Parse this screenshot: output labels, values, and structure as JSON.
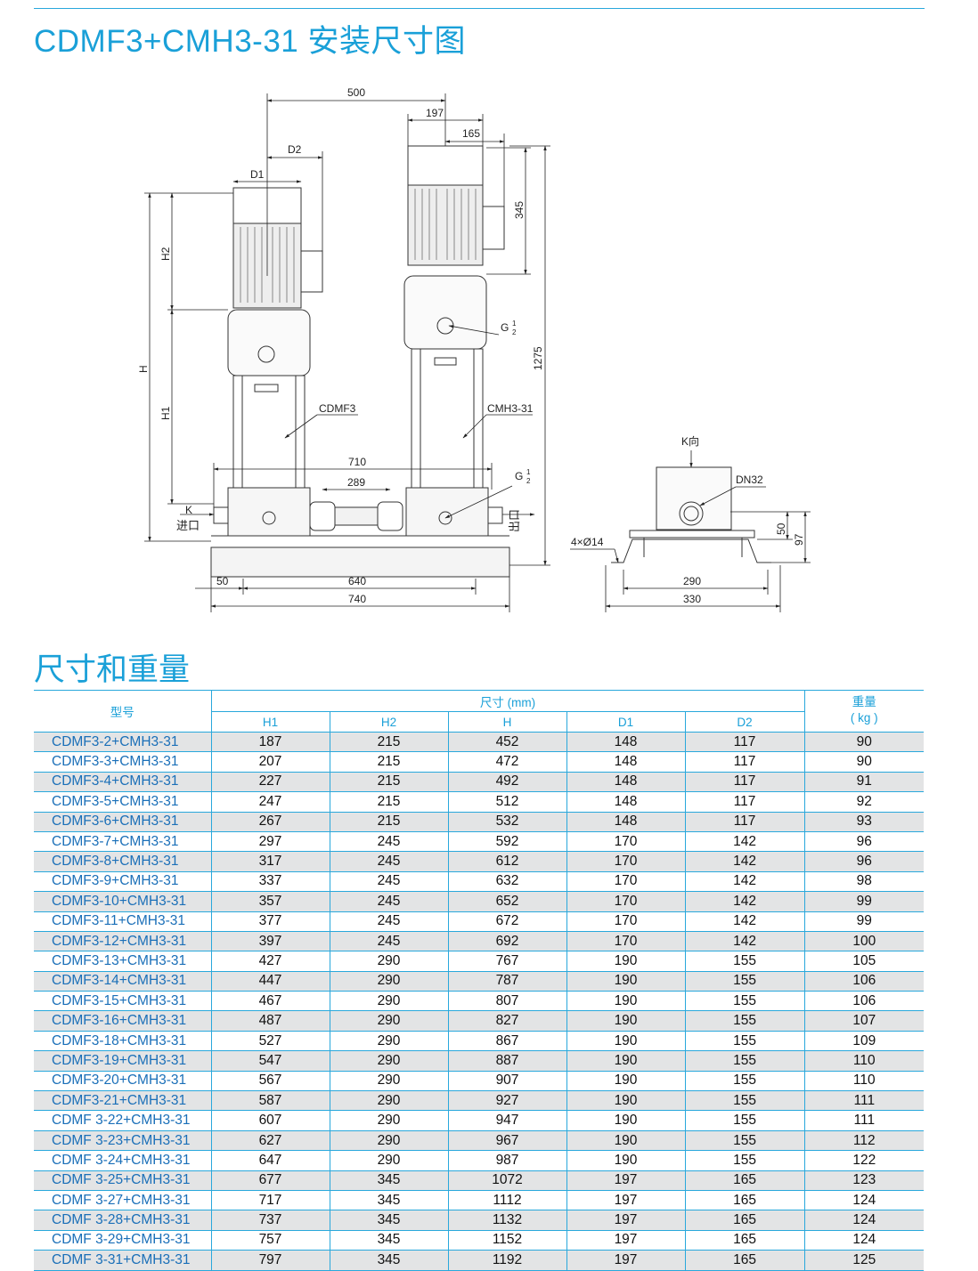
{
  "page": {
    "title": "CDMF3+CMH3-31 安装尺寸图",
    "section_title": "尺寸和重量"
  },
  "drawing": {
    "dims": {
      "d500": "500",
      "d197": "197",
      "d165": "165",
      "d345": "345",
      "d1275": "1275",
      "d710": "710",
      "d289": "289",
      "d50": "50",
      "d640": "640",
      "d740": "740",
      "d290": "290",
      "d330": "330",
      "d50s": "50",
      "d97": "97",
      "holes": "4×Ø14"
    },
    "labels": {
      "D1": "D1",
      "D2": "D2",
      "H": "H",
      "H1": "H1",
      "H2": "H2",
      "CDMF3": "CDMF3",
      "CMH3": "CMH3-31",
      "K": "K",
      "inlet": "进口",
      "outlet": "出口",
      "G": "G",
      "g_frac_num": "1",
      "g_frac_den": "2",
      "kview": "K向",
      "DN32": "DN32"
    }
  },
  "table": {
    "header_model": "型号",
    "header_dims": "尺寸 (mm)",
    "header_weight_1": "重量",
    "header_weight_2": "( kg )",
    "columns": [
      "H1",
      "H2",
      "H",
      "D1",
      "D2"
    ],
    "rows": [
      {
        "model": "CDMF3-2+CMH3-31",
        "h1": "187",
        "h2": "215",
        "h": "452",
        "d1": "148",
        "d2": "117",
        "w": "90"
      },
      {
        "model": "CDMF3-3+CMH3-31",
        "h1": "207",
        "h2": "215",
        "h": "472",
        "d1": "148",
        "d2": "117",
        "w": "90"
      },
      {
        "model": "CDMF3-4+CMH3-31",
        "h1": "227",
        "h2": "215",
        "h": "492",
        "d1": "148",
        "d2": "117",
        "w": "91"
      },
      {
        "model": "CDMF3-5+CMH3-31",
        "h1": "247",
        "h2": "215",
        "h": "512",
        "d1": "148",
        "d2": "117",
        "w": "92"
      },
      {
        "model": "CDMF3-6+CMH3-31",
        "h1": "267",
        "h2": "215",
        "h": "532",
        "d1": "148",
        "d2": "117",
        "w": "93"
      },
      {
        "model": "CDMF3-7+CMH3-31",
        "h1": "297",
        "h2": "245",
        "h": "592",
        "d1": "170",
        "d2": "142",
        "w": "96"
      },
      {
        "model": "CDMF3-8+CMH3-31",
        "h1": "317",
        "h2": "245",
        "h": "612",
        "d1": "170",
        "d2": "142",
        "w": "96"
      },
      {
        "model": "CDMF3-9+CMH3-31",
        "h1": "337",
        "h2": "245",
        "h": "632",
        "d1": "170",
        "d2": "142",
        "w": "98"
      },
      {
        "model": "CDMF3-10+CMH3-31",
        "h1": "357",
        "h2": "245",
        "h": "652",
        "d1": "170",
        "d2": "142",
        "w": "99"
      },
      {
        "model": "CDMF3-11+CMH3-31",
        "h1": "377",
        "h2": "245",
        "h": "672",
        "d1": "170",
        "d2": "142",
        "w": "99"
      },
      {
        "model": "CDMF3-12+CMH3-31",
        "h1": "397",
        "h2": "245",
        "h": "692",
        "d1": "170",
        "d2": "142",
        "w": "100"
      },
      {
        "model": "CDMF3-13+CMH3-31",
        "h1": "427",
        "h2": "290",
        "h": "767",
        "d1": "190",
        "d2": "155",
        "w": "105"
      },
      {
        "model": "CDMF3-14+CMH3-31",
        "h1": "447",
        "h2": "290",
        "h": "787",
        "d1": "190",
        "d2": "155",
        "w": "106"
      },
      {
        "model": "CDMF3-15+CMH3-31",
        "h1": "467",
        "h2": "290",
        "h": "807",
        "d1": "190",
        "d2": "155",
        "w": "106"
      },
      {
        "model": "CDMF3-16+CMH3-31",
        "h1": "487",
        "h2": "290",
        "h": "827",
        "d1": "190",
        "d2": "155",
        "w": "107"
      },
      {
        "model": "CDMF3-18+CMH3-31",
        "h1": "527",
        "h2": "290",
        "h": "867",
        "d1": "190",
        "d2": "155",
        "w": "109"
      },
      {
        "model": "CDMF3-19+CMH3-31",
        "h1": "547",
        "h2": "290",
        "h": "887",
        "d1": "190",
        "d2": "155",
        "w": "110"
      },
      {
        "model": "CDMF3-20+CMH3-31",
        "h1": "567",
        "h2": "290",
        "h": "907",
        "d1": "190",
        "d2": "155",
        "w": "110"
      },
      {
        "model": "CDMF3-21+CMH3-31",
        "h1": "587",
        "h2": "290",
        "h": "927",
        "d1": "190",
        "d2": "155",
        "w": "111"
      },
      {
        "model": "CDMF 3-22+CMH3-31",
        "h1": "607",
        "h2": "290",
        "h": "947",
        "d1": "190",
        "d2": "155",
        "w": "111"
      },
      {
        "model": "CDMF 3-23+CMH3-31",
        "h1": "627",
        "h2": "290",
        "h": "967",
        "d1": "190",
        "d2": "155",
        "w": "112"
      },
      {
        "model": "CDMF 3-24+CMH3-31",
        "h1": "647",
        "h2": "290",
        "h": "987",
        "d1": "190",
        "d2": "155",
        "w": "122"
      },
      {
        "model": "CDMF 3-25+CMH3-31",
        "h1": "677",
        "h2": "345",
        "h": "1072",
        "d1": "197",
        "d2": "165",
        "w": "123"
      },
      {
        "model": "CDMF 3-27+CMH3-31",
        "h1": "717",
        "h2": "345",
        "h": "1112",
        "d1": "197",
        "d2": "165",
        "w": "124"
      },
      {
        "model": "CDMF 3-28+CMH3-31",
        "h1": "737",
        "h2": "345",
        "h": "1132",
        "d1": "197",
        "d2": "165",
        "w": "124"
      },
      {
        "model": "CDMF 3-29+CMH3-31",
        "h1": "757",
        "h2": "345",
        "h": "1152",
        "d1": "197",
        "d2": "165",
        "w": "124"
      },
      {
        "model": "CDMF 3-31+CMH3-31",
        "h1": "797",
        "h2": "345",
        "h": "1192",
        "d1": "197",
        "d2": "165",
        "w": "125"
      }
    ]
  }
}
